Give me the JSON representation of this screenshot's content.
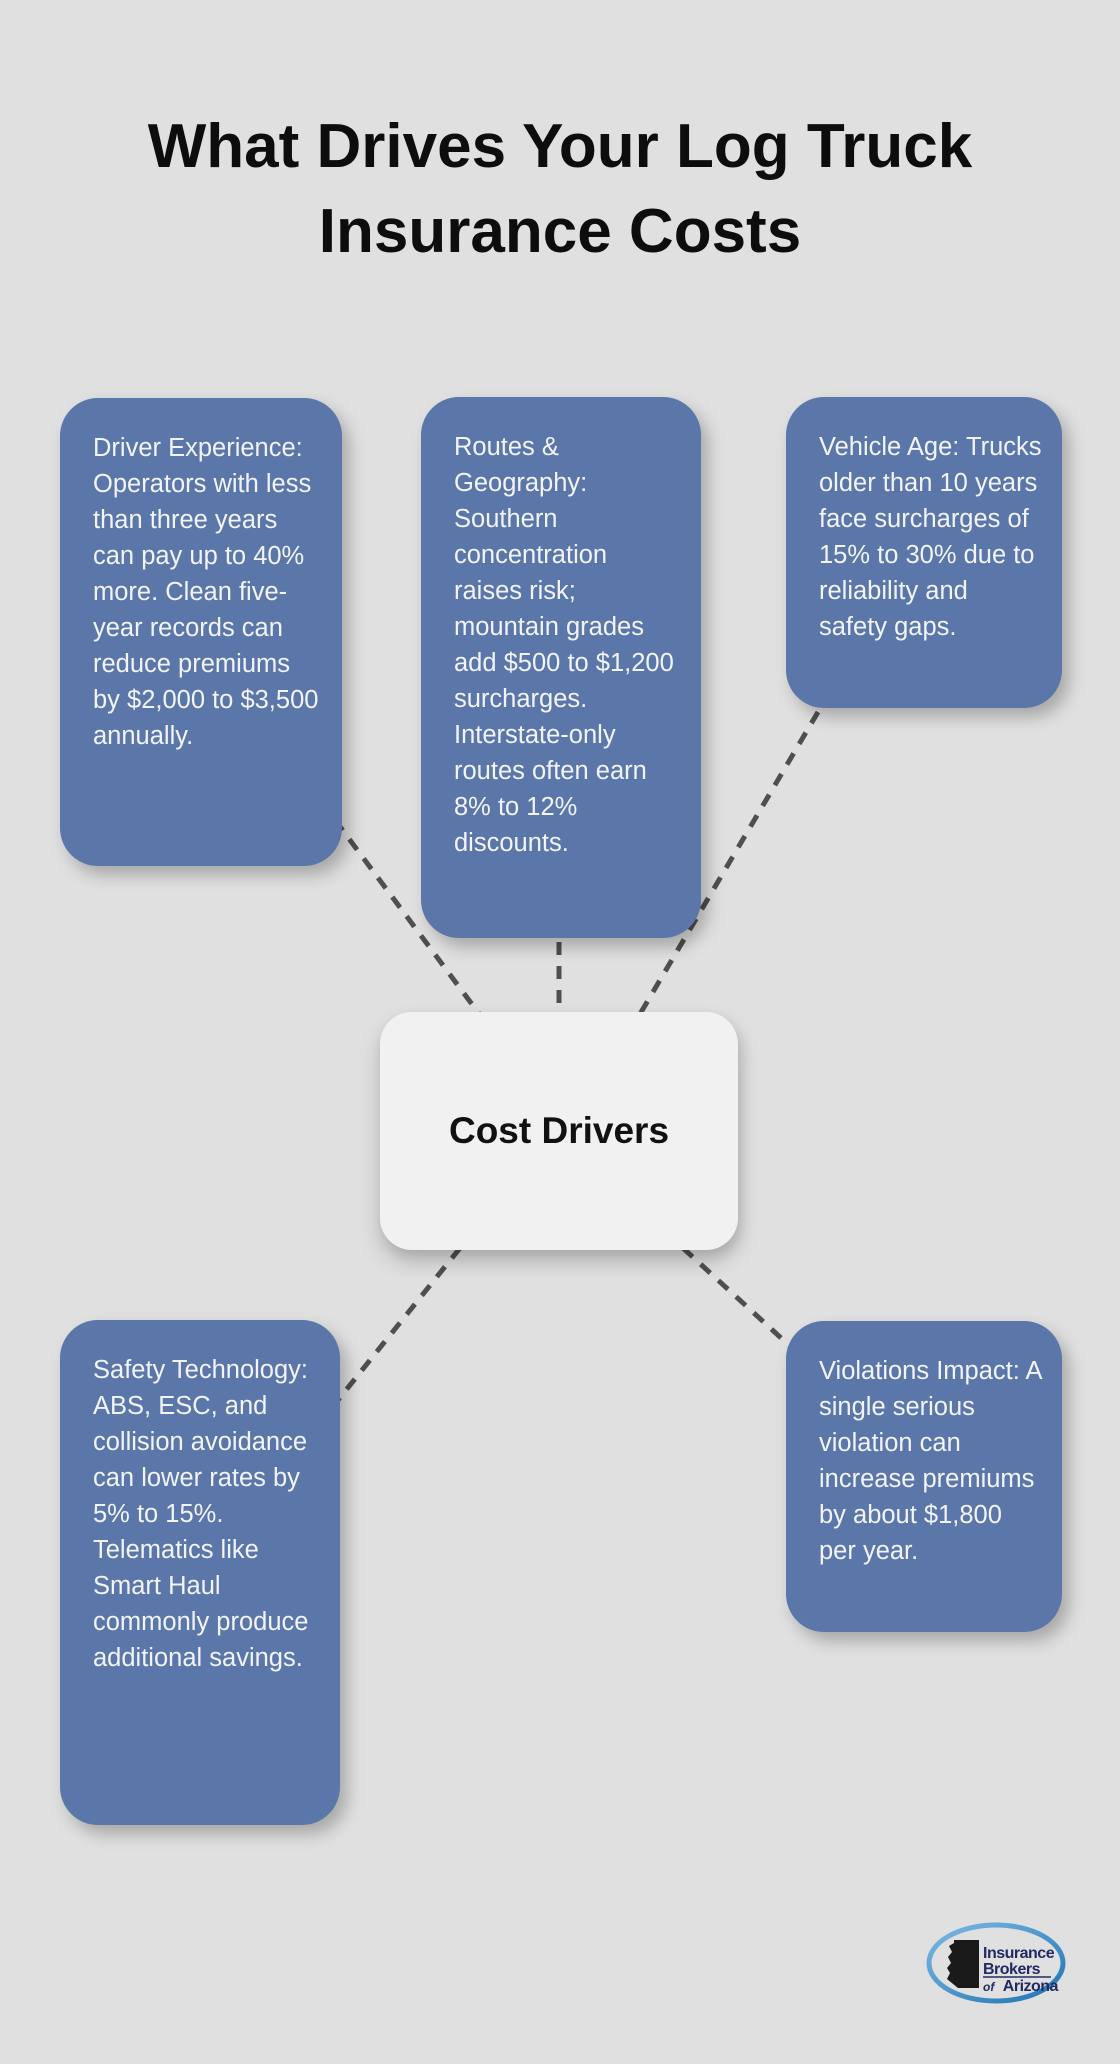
{
  "title": {
    "line1": "What Drives Your Log Truck",
    "line2": "Insurance Costs"
  },
  "center_node": {
    "label": "Cost Drivers"
  },
  "nodes": [
    {
      "id": "driver-experience",
      "text": "Driver Experience: Operators with less than three years can pay up to 40% more. Clean five-year records can reduce premiums by $2,000 to $3,500 annually."
    },
    {
      "id": "routes-geography",
      "text": "Routes & Geography: Southern concentration raises risk; mountain grades add $500 to $1,200 surcharges. Interstate-only routes often earn 8% to 12% discounts."
    },
    {
      "id": "vehicle-age",
      "text": "Vehicle Age: Trucks older than 10 years face surcharges of 15% to 30% due to reliability and safety gaps."
    },
    {
      "id": "safety-technology",
      "text": "Safety Technology: ABS, ESC, and collision avoidance can lower rates by 5% to 15%. Telematics like Smart Haul commonly produce additional savings."
    },
    {
      "id": "violations-impact",
      "text": "Violations Impact: A single serious violation can increase premiums by about $1,800 per year."
    }
  ],
  "logo": {
    "line1": "Insurance",
    "line2": "Brokers",
    "line3_prefix": "of",
    "line3_text": "Arizona",
    "icon": "arizona-state-icon"
  },
  "colors": {
    "background": "#dfe0df",
    "node_fill": "#5b76a8",
    "node_text": "#f2f4f8",
    "center_fill": "#f1f1f1",
    "center_text": "#111111",
    "connector": "#4f4f4f",
    "title_color": "#0d0d0d",
    "logo_text": "#232a63",
    "logo_ring_light": "#7db9e4",
    "logo_ring_dark": "#1f74b4"
  }
}
